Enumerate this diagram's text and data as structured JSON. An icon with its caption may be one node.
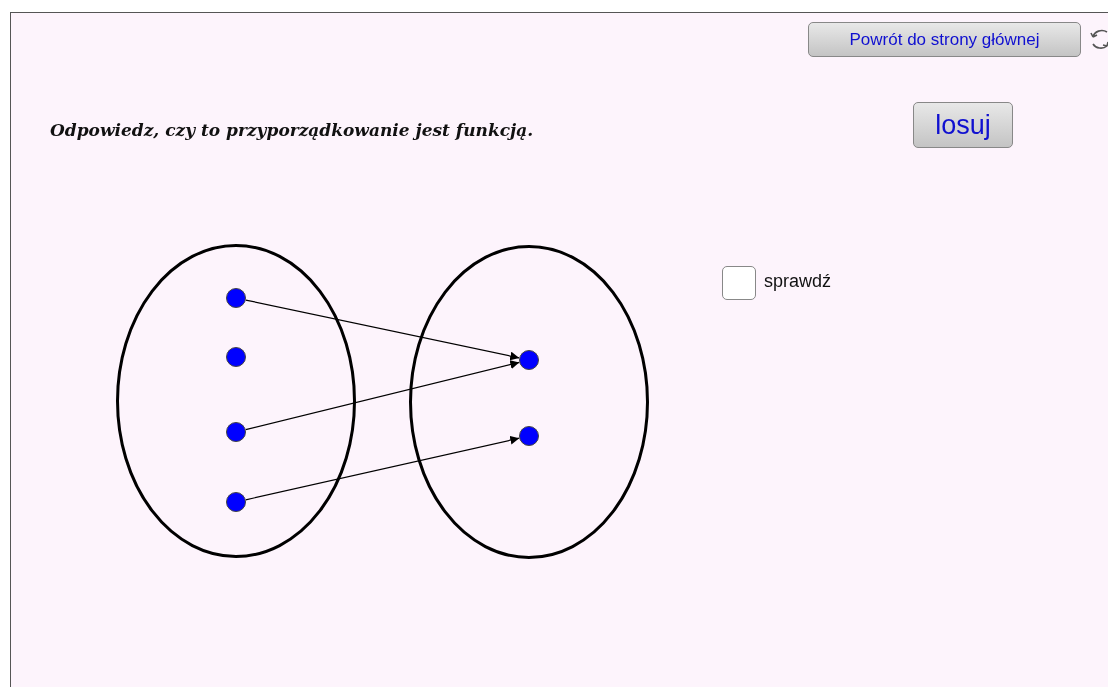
{
  "diagram": {
    "title": "Odpowiedz, czy to przyporządkowanie jest funkcją.",
    "nodes": [
      {
        "text": [],
        "shape": "ellipse"
      },
      {
        "text": [],
        "shape": "circle",
        "in": 0
      },
      {
        "text": [],
        "shape": "circle",
        "in": 0
      },
      {
        "text": [],
        "shape": "circle",
        "in": 0
      },
      {
        "text": [],
        "shape": "circle",
        "in": 0
      },
      {
        "text": [],
        "shape": "ellipse"
      },
      {
        "text": [],
        "shape": "circle",
        "in": 5
      },
      {
        "text": [],
        "shape": "circle",
        "in": 5
      }
    ],
    "edges": [
      {
        "from": 1,
        "to": 6,
        "arrow": "to"
      },
      {
        "from": 3,
        "to": 6,
        "arrow": "to"
      },
      {
        "from": 4,
        "to": 7,
        "arrow": "to"
      }
    ],
    "labels": [
      "Powrót do strony głównej",
      "losuj",
      "sprawdź"
    ]
  }
}
